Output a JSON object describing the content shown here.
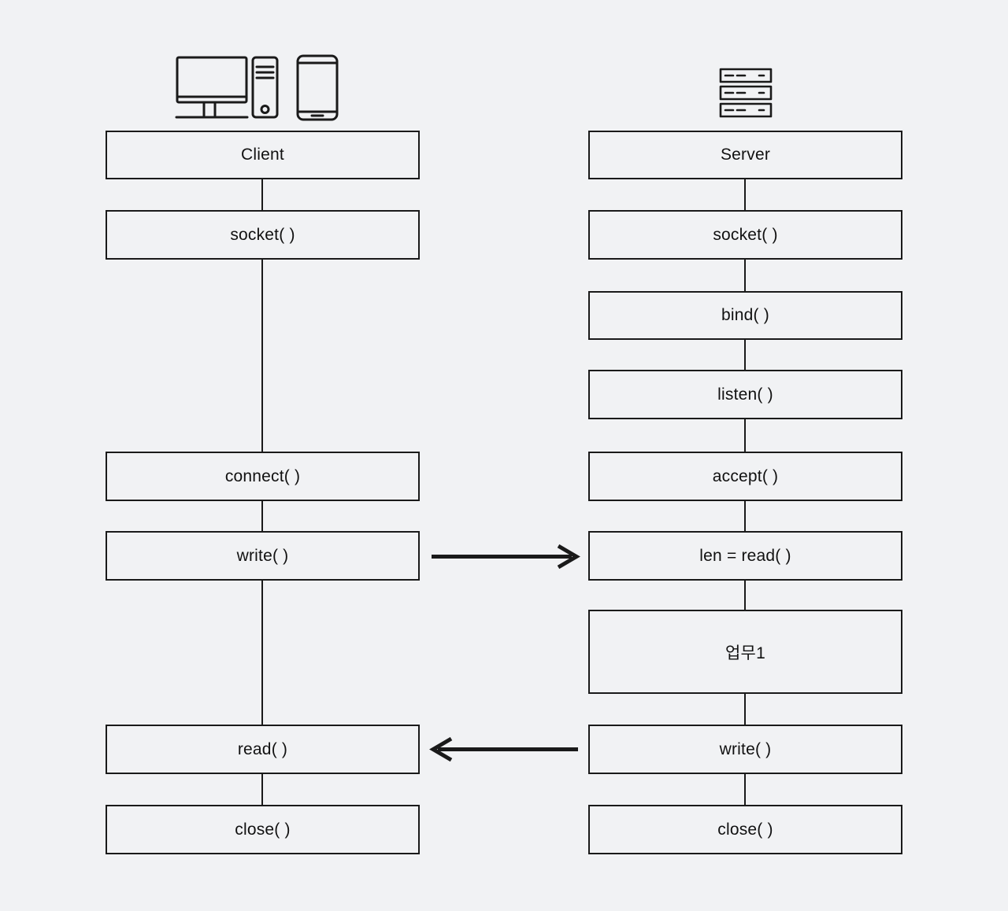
{
  "colors": {
    "background": "#f1f2f4",
    "box_fill": "#f1f2f4",
    "line": "#1a1a1a",
    "text": "#111111"
  },
  "client": {
    "title": "Client",
    "socket": "socket( )",
    "connect": "connect( )",
    "write": "write( )",
    "read": "read( )",
    "close": "close( )"
  },
  "server": {
    "title": "Server",
    "socket": "socket( )",
    "bind": "bind( )",
    "listen": "listen( )",
    "accept": "accept( )",
    "len_read": "len = read( )",
    "task1": "업무1",
    "write": "write( )",
    "close": "close( )"
  },
  "icons": {
    "client_devices": "desktop-computer-tower-and-smartphone-icon",
    "server_rack": "server-rack-icon"
  },
  "arrows": [
    {
      "from": "client write( )",
      "to": "server len = read( )",
      "direction": "right"
    },
    {
      "from": "server write( )",
      "to": "client read( )",
      "direction": "left"
    }
  ]
}
